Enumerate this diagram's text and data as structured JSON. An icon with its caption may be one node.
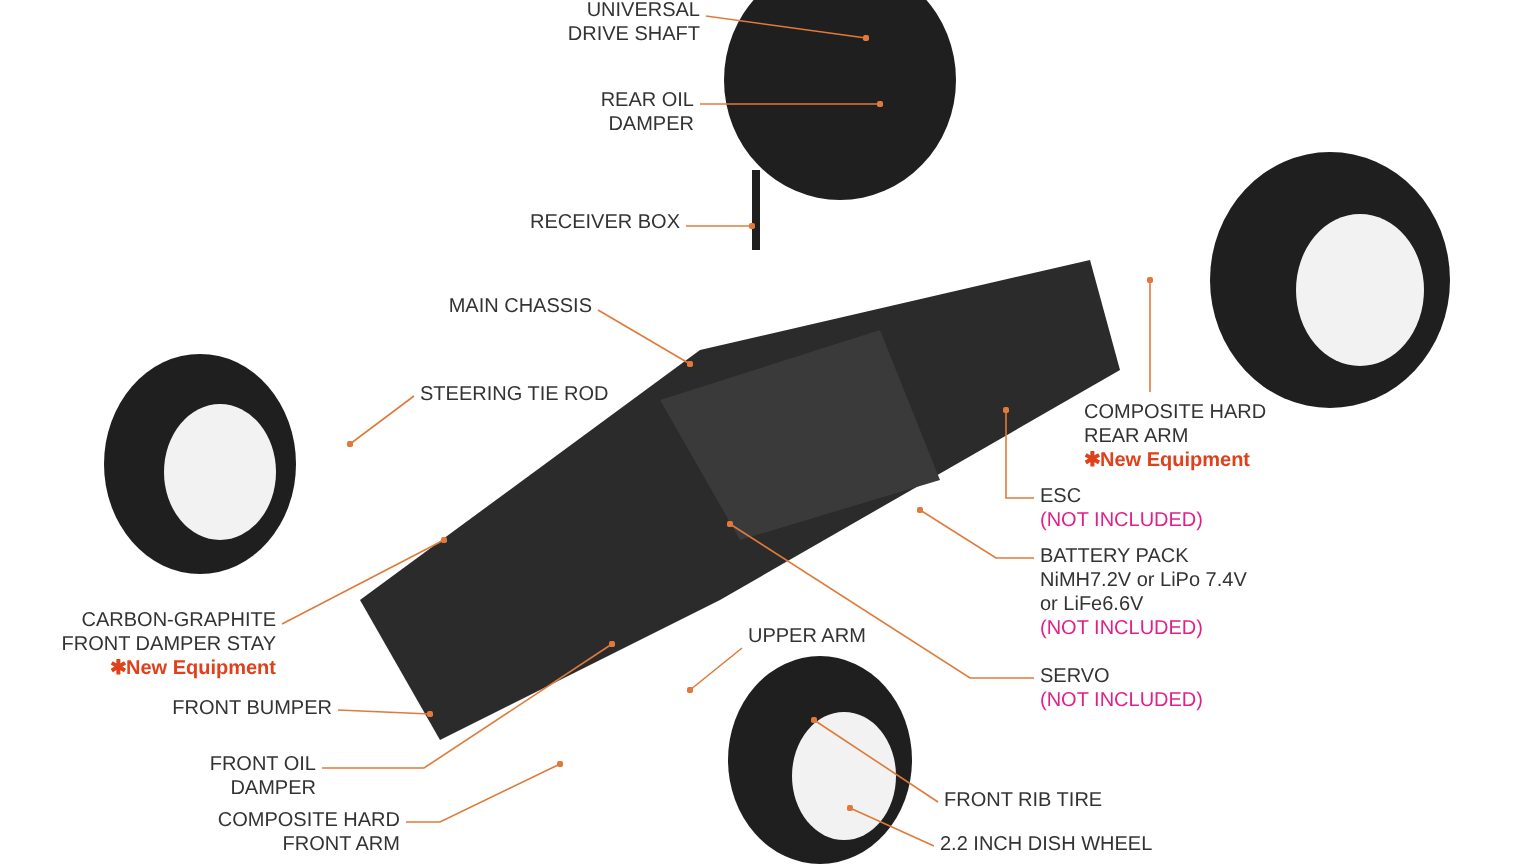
{
  "diagram": {
    "nodes": [
      {
        "text": [
          "UNIVERSAL DRIVE SHAFT"
        ]
      },
      {
        "text": [
          "REAR OIL DAMPER"
        ]
      },
      {
        "text": [
          "RECEIVER BOX"
        ]
      },
      {
        "text": [
          "MAIN CHASSIS"
        ]
      },
      {
        "text": [
          "STEERING TIE ROD"
        ]
      },
      {
        "text": [
          "CARBON-GRAPHITE FRONT DAMPER STAY",
          "✱New Equipment"
        ]
      },
      {
        "text": [
          "FRONT BUMPER"
        ]
      },
      {
        "text": [
          "FRONT OIL DAMPER"
        ]
      },
      {
        "text": [
          "COMPOSITE HARD FRONT ARM"
        ]
      },
      {
        "text": [
          "UPPER ARM"
        ]
      },
      {
        "text": [
          "FRONT RIB TIRE"
        ]
      },
      {
        "text": [
          "2.2 INCH DISH WHEEL"
        ]
      },
      {
        "text": [
          "SERVO",
          "(NOT INCLUDED)"
        ]
      },
      {
        "text": [
          "BATTERY PACK NiMH7.2V or LiPo 7.4V or LiFe6.6V",
          "(NOT INCLUDED)"
        ]
      },
      {
        "text": [
          "ESC",
          "(NOT INCLUDED)"
        ]
      },
      {
        "text": [
          "COMPOSITE HARD REAR ARM",
          "✱New Equipment"
        ]
      }
    ],
    "edges": [
      {
        "from": 0,
        "to": null,
        "arrow": "other"
      },
      {
        "from": 1,
        "to": null,
        "arrow": "other"
      },
      {
        "from": 2,
        "to": null,
        "arrow": "other"
      },
      {
        "from": 3,
        "to": null,
        "arrow": "other"
      },
      {
        "from": 4,
        "to": null,
        "arrow": "other"
      },
      {
        "from": 5,
        "to": null,
        "arrow": "other"
      },
      {
        "from": 6,
        "to": null,
        "arrow": "other"
      },
      {
        "from": 7,
        "to": null,
        "arrow": "other"
      },
      {
        "from": 8,
        "to": null,
        "arrow": "other"
      },
      {
        "from": 9,
        "to": null,
        "arrow": "other"
      },
      {
        "from": 10,
        "to": null,
        "arrow": "other"
      },
      {
        "from": 11,
        "to": null,
        "arrow": "other"
      },
      {
        "from": 12,
        "to": null,
        "arrow": "other"
      },
      {
        "from": 13,
        "to": null,
        "arrow": "other"
      },
      {
        "from": 14,
        "to": null,
        "arrow": "other"
      },
      {
        "from": 15,
        "to": null,
        "arrow": "other"
      }
    ]
  }
}
